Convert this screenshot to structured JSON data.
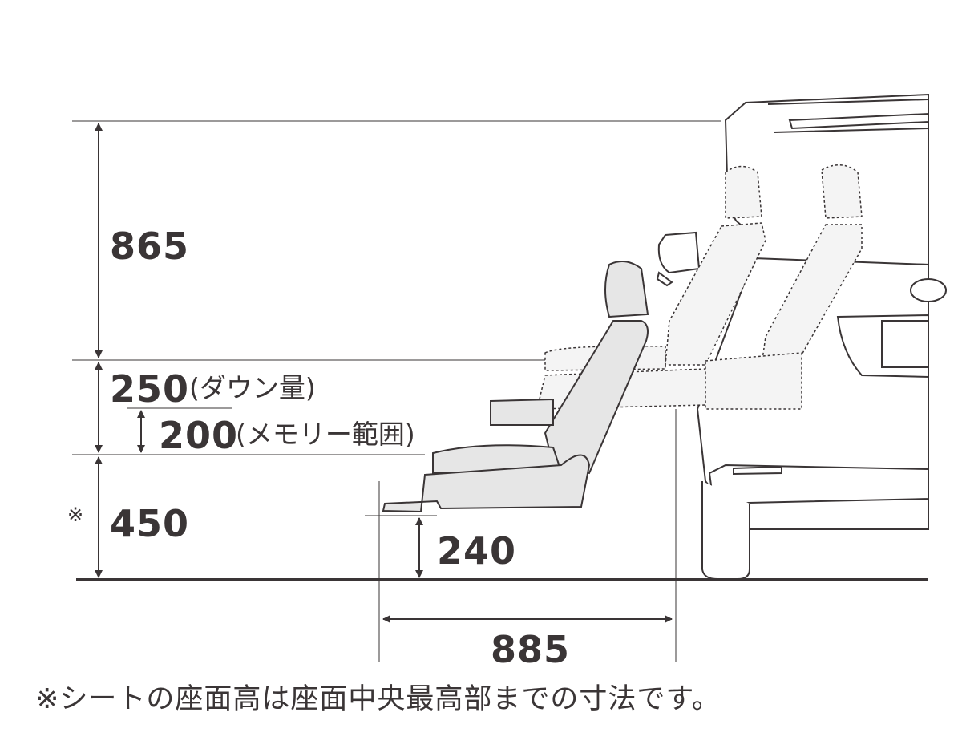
{
  "dimensions": {
    "overall_height": "865",
    "down_amount": "250",
    "down_amount_label": "(ダウン量)",
    "memory_range": "200",
    "memory_range_label": "(メモリー範囲)",
    "seat_height": "450",
    "seat_height_mark": "※",
    "lowest_seat_height": "240",
    "horizontal_reach": "885"
  },
  "footnote": "※シートの座面高は座面中央最高部までの寸法です。",
  "colors": {
    "line": "#3a3536",
    "seat_fill": "#e6e6e6",
    "ghost_fill": "#f4f4f4"
  }
}
